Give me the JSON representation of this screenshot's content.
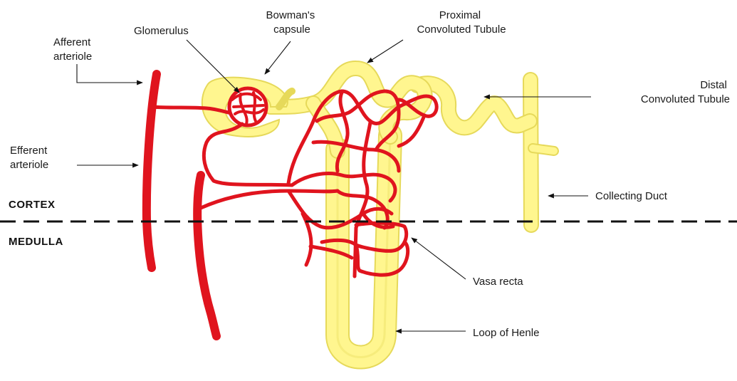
{
  "colors": {
    "tubule_fill": "#fff68f",
    "tubule_edge": "#e6d95a",
    "vessel": "#e0141e",
    "text": "#1a1a1a",
    "divider": "#111111"
  },
  "labels": {
    "afferent_line1": "Afferent",
    "afferent_line2": "arteriole",
    "glomerulus": "Glomerulus",
    "bowman_line1": "Bowman's",
    "bowman_line2": "capsule",
    "proximal_line1": "Proximal",
    "proximal_line2": "Convoluted Tubule",
    "distal_line1": "Distal",
    "distal_line2": "Convoluted Tubule",
    "efferent_line1": "Efferent",
    "efferent_line2": "arteriole",
    "collecting_duct": "Collecting Duct",
    "vasa_recta": "Vasa recta",
    "loop_of_henle": "Loop of Henle"
  },
  "zones": {
    "cortex": "CORTEX",
    "medulla": "MEDULLA"
  }
}
